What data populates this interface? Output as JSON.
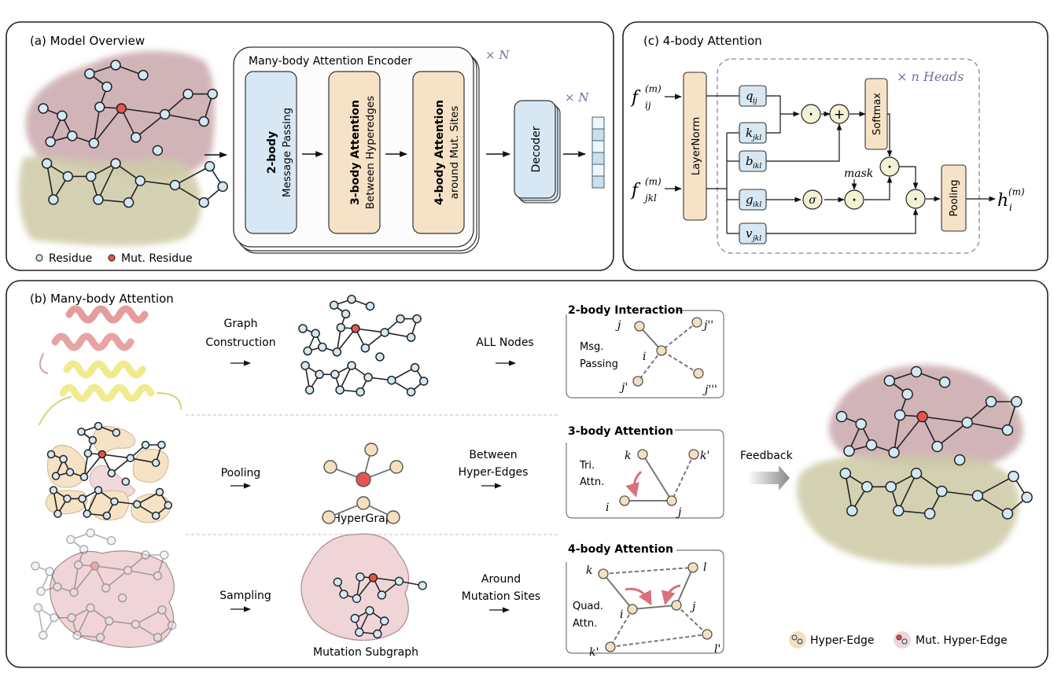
{
  "panel_a": {
    "title": "(a)  Model Overview",
    "encoder_title": "Many-body Attention Encoder",
    "encoder_repeat": "× N",
    "decoder_repeat": "× N",
    "blocks": [
      {
        "bold": "2-body",
        "sub": "Message Passing",
        "color": "#d7e8f4"
      },
      {
        "bold": "3-body Attention",
        "sub": "Between Hyperedges",
        "color": "#f6e2c6"
      },
      {
        "bold": "4-body Attention",
        "sub": "around Mut. Sites",
        "color": "#f6e2c6"
      }
    ],
    "decoder_label": "Decoder",
    "output_cells": 6,
    "legend": {
      "residue": "Residue",
      "mut_residue": "Mut. Residue"
    }
  },
  "panel_c": {
    "title": "(c)  4-body Attention",
    "heads_label": "× n Heads",
    "input_1": "f",
    "input_1_sub": "ij",
    "input_2": "f",
    "input_2_sub": "jkl",
    "input_sup": "(m)",
    "layernorm": "LayerNorm",
    "projections": [
      {
        "sym": "q",
        "sub": "ij"
      },
      {
        "sym": "k",
        "sub": "jkl"
      },
      {
        "sym": "b",
        "sub": "ikl"
      },
      {
        "sym": "g",
        "sub": "ikl"
      },
      {
        "sym": "v",
        "sub": "jkl"
      }
    ],
    "softmax": "Softmax",
    "pooling": "Pooling",
    "mask": "mask",
    "sigma": "σ",
    "dot": "·",
    "plus": "+",
    "output": "h",
    "output_sub": "i",
    "output_sup": "(m)"
  },
  "panel_b": {
    "title": "(b)  Many-body Attention",
    "rows": [
      {
        "step": [
          "Graph",
          "Construction"
        ],
        "scope": [
          "ALL Nodes"
        ],
        "box_title": "2-body Interaction",
        "box_label": [
          "Msg.",
          "Passing"
        ]
      },
      {
        "step": [
          "Pooling"
        ],
        "caption": "HyperGraph",
        "scope": [
          "Between",
          "Hyper-Edges"
        ],
        "box_title": "3-body Attention",
        "box_label": [
          "Tri.",
          "Attn."
        ]
      },
      {
        "step": [
          "Sampling"
        ],
        "caption": "Mutation Subgraph",
        "scope": [
          "Around",
          "Mutation Sites"
        ],
        "box_title": "4-body Attention",
        "box_label": [
          "Quad.",
          "Attn."
        ]
      }
    ],
    "node_labels_2body": [
      "j",
      "j''",
      "i",
      "j'",
      "j'''"
    ],
    "node_labels_3body": [
      "k",
      "k'",
      "i",
      "j"
    ],
    "node_labels_4body": [
      "k",
      "l",
      "i",
      "j",
      "k'",
      "l'"
    ],
    "feedback": "Feedback",
    "legend": {
      "hyper_edge": "Hyper-Edge",
      "mut_hyper_edge": "Mut. Hyper-Edge"
    }
  },
  "colors": {
    "residue": "#d4e8f4",
    "mut_residue": "#e8534c",
    "hyper_node": "#f6dfbe",
    "blue_box": "#d7e8f4",
    "tan_box": "#f6e2c6",
    "op_circle": "#f4f2d4",
    "accent_purple": "#6f6fa0",
    "pink_surface": "#c9a7ab",
    "olive_surface": "#cfccaa",
    "pink_arrow": "#d9707a"
  }
}
